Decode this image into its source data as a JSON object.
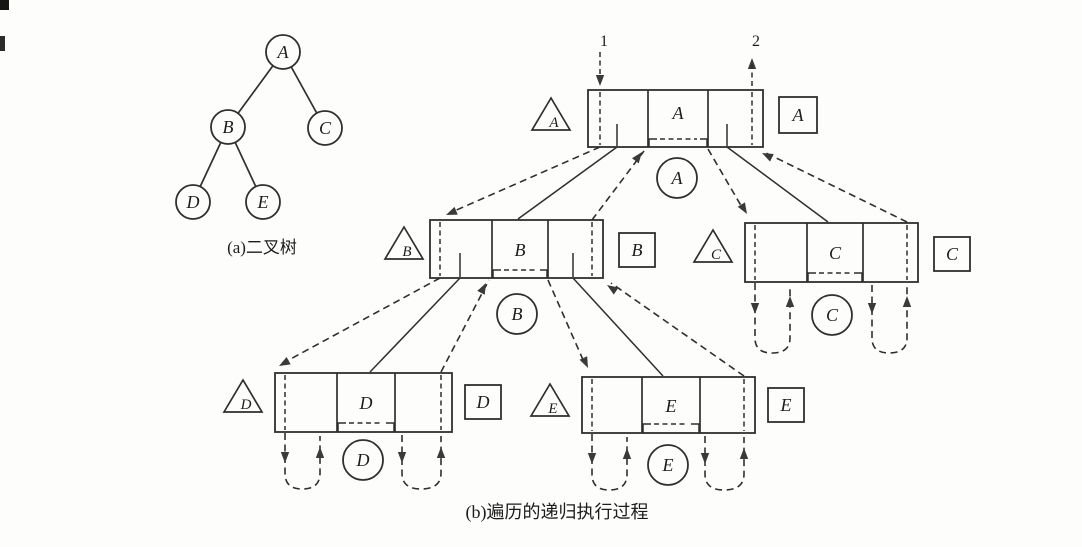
{
  "colors": {
    "ink": "#2f2f2f",
    "paper": "#fdfdfc"
  },
  "part_a": {
    "caption": "(a)二叉树",
    "nodes": [
      {
        "label": "A"
      },
      {
        "label": "B"
      },
      {
        "label": "C"
      },
      {
        "label": "D"
      },
      {
        "label": "E"
      }
    ]
  },
  "part_b": {
    "caption": "(b)遍历的递归执行过程",
    "entry_marker": "1",
    "exit_marker": "2",
    "records": [
      {
        "letter": "A"
      },
      {
        "letter": "B"
      },
      {
        "letter": "C"
      },
      {
        "letter": "D"
      },
      {
        "letter": "E"
      }
    ]
  }
}
